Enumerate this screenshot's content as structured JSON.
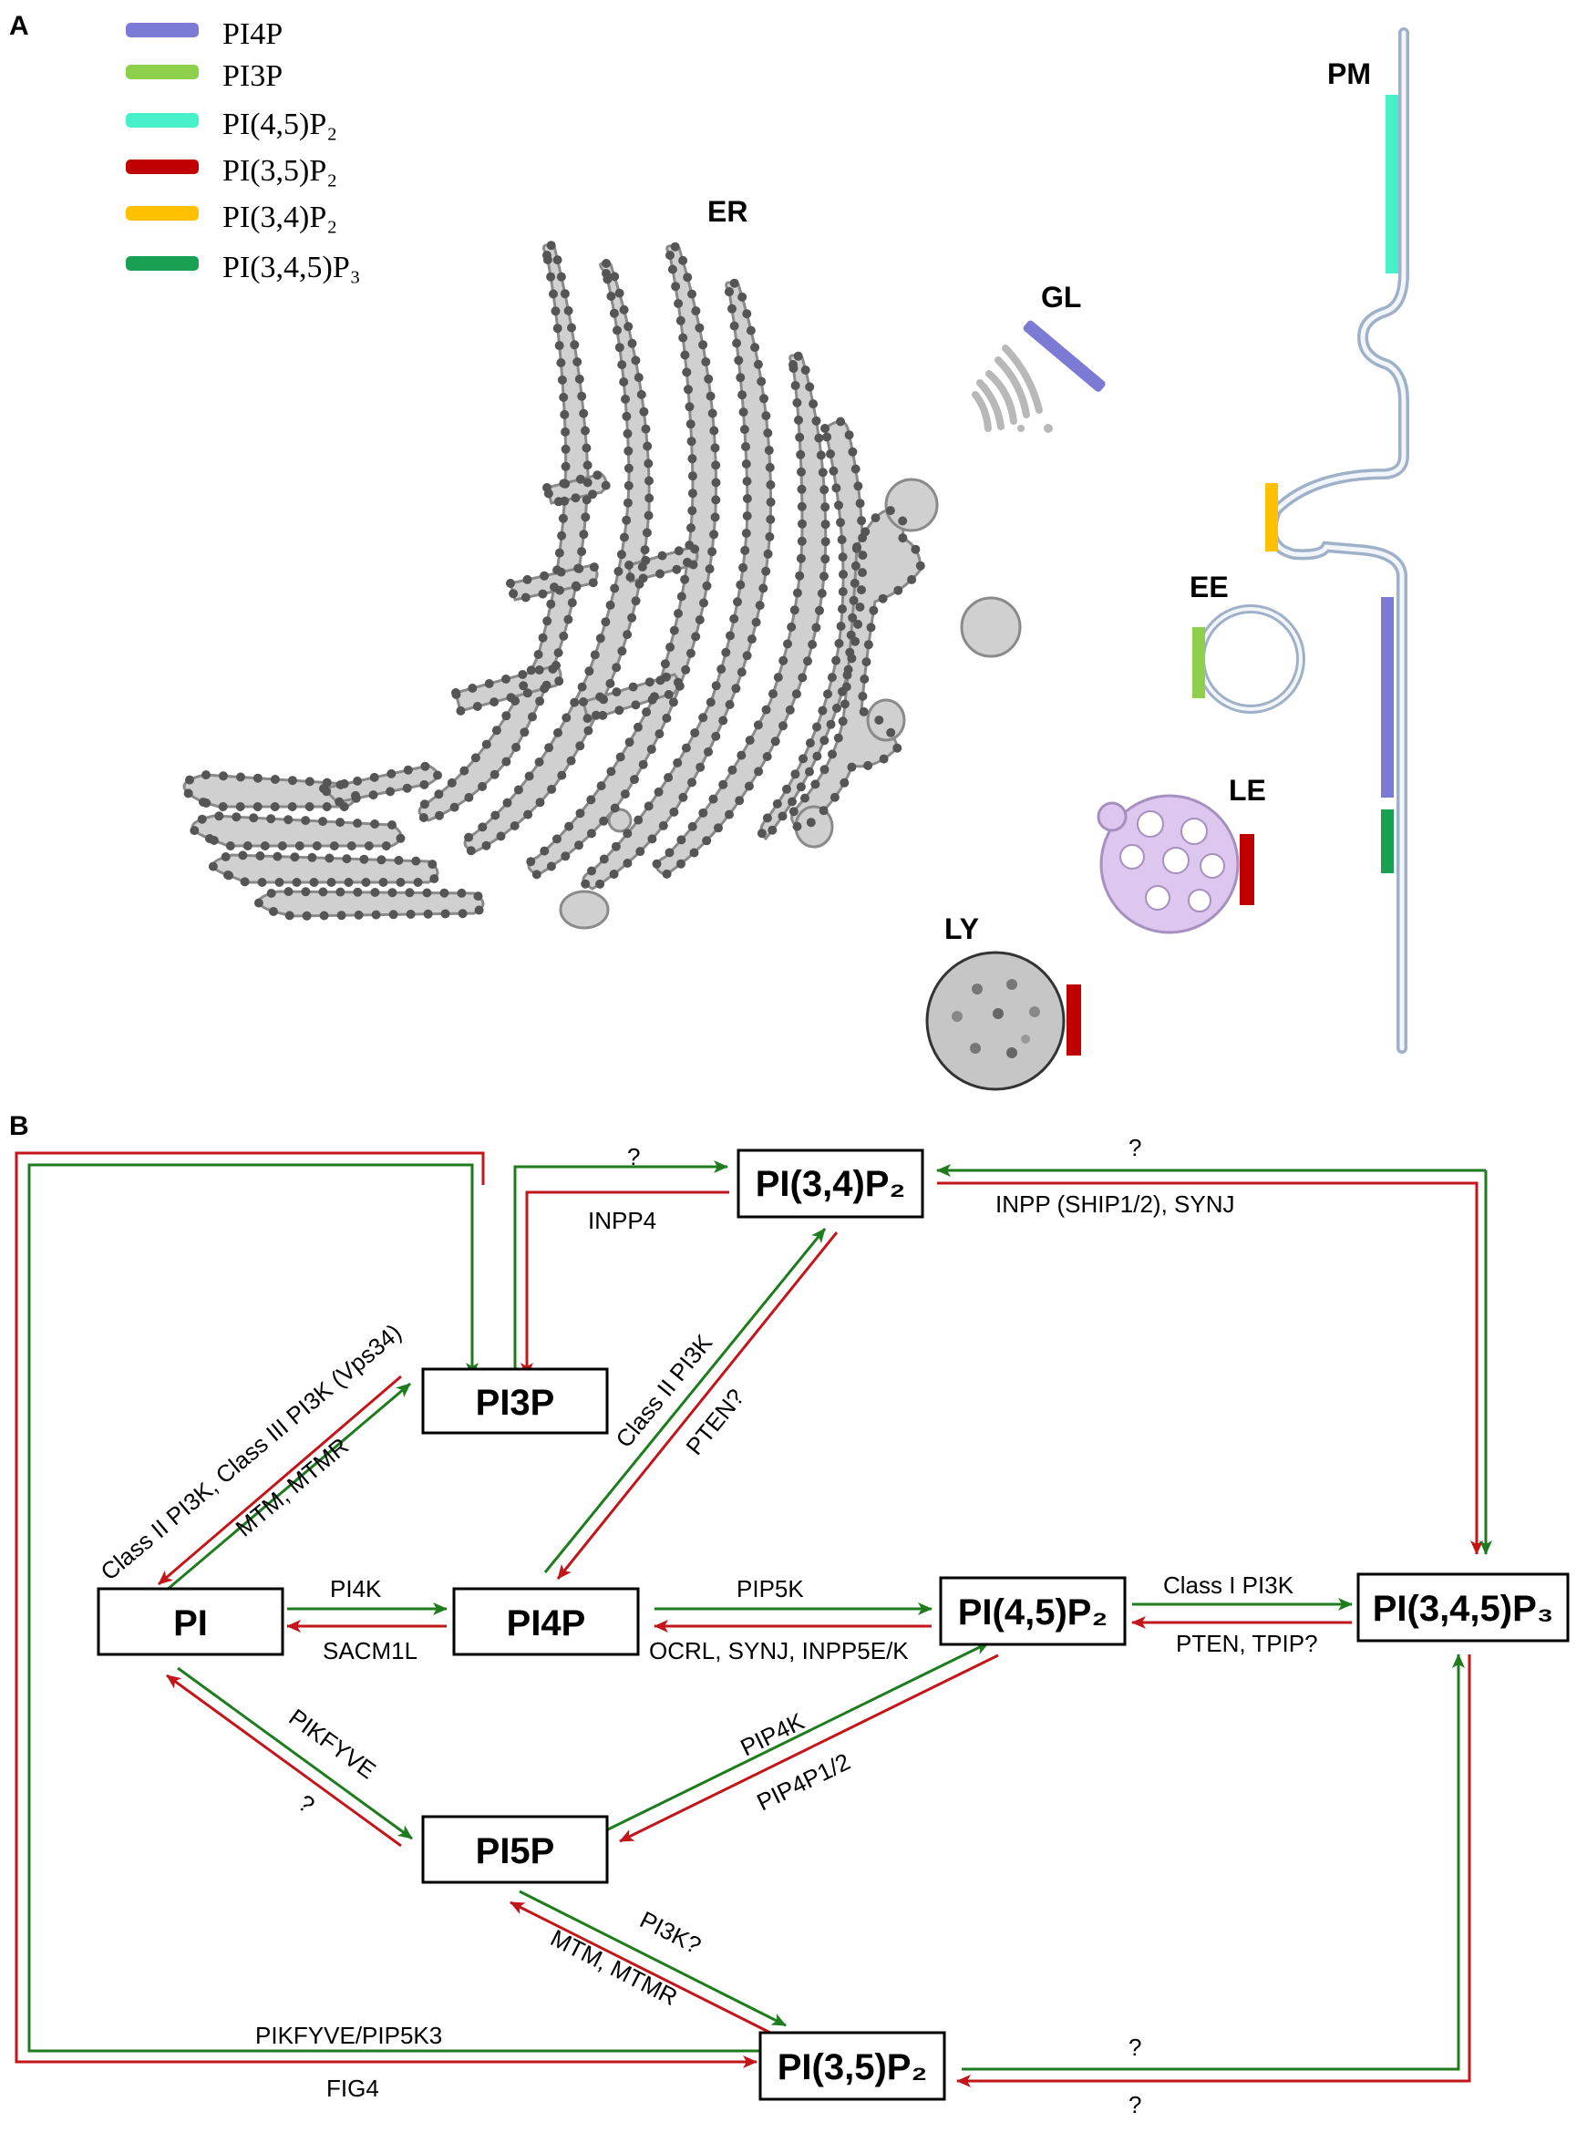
{
  "panels": {
    "a": "A",
    "b": "B"
  },
  "legend": [
    {
      "label": "PI4P",
      "color": "#7b7bd6"
    },
    {
      "label": "PI3P",
      "color": "#8ecf4c"
    },
    {
      "label": "PI(4,5)P₂",
      "color": "#47f0c8"
    },
    {
      "label": "PI(3,5)P₂",
      "color": "#c00000"
    },
    {
      "label": "PI(3,4)P₂",
      "color": "#ffc000"
    },
    {
      "label": "PI(3,4,5)P₃",
      "color": "#1aa052"
    }
  ],
  "organelles": {
    "er": "ER",
    "gl": "GL",
    "pm": "PM",
    "ee": "EE",
    "le": "LE",
    "ly": "LY"
  },
  "nodes": {
    "pi34p2": "PI(3,4)P₂",
    "pi3p": "PI3P",
    "pi": "PI",
    "pi4p": "PI4P",
    "pi45p2": "PI(4,5)P₂",
    "pi345p3": "PI(3,4,5)P₃",
    "pi5p": "PI5P",
    "pi35p2": "PI(3,5)P₂"
  },
  "enzymes": {
    "q_pi3p_pi34": "?",
    "inpp4": "INPP4",
    "q_top_right": "?",
    "inpp_ship_synj": "INPP (SHIP1/2), SYNJ",
    "class23_pi3k": "Class II PI3K, Class III PI3K (Vps34)",
    "mtm_mtmr_1": "MTM, MTMR",
    "class2_pi3k": "Class II PI3K",
    "pten_q": "PTEN?",
    "pi4k": "PI4K",
    "sacm1l": "SACM1L",
    "pip5k": "PIP5K",
    "ocrl": "OCRL, SYNJ, INPP5E/K",
    "class1_pi3k": "Class I PI3K",
    "pten_tpip": "PTEN, TPIP?",
    "pikfyve": "PIKFYVE",
    "q_pi_pi5p": "?",
    "pip4k": "PIP4K",
    "pip4p12": "PIP4P1/2",
    "pi3k_q": "PI3K?",
    "mtm_mtmr_2": "MTM, MTMR",
    "pikfyve_pip5k3": "PIKFYVE/PIP5K3",
    "fig4": "FIG4",
    "q_bottom_top": "?",
    "q_bottom_bottom": "?"
  },
  "colors": {
    "synthesis": "#1e7b1e",
    "hydrolysis": "#c2161b",
    "membrane": "#9fb1c9",
    "er": "#d0d0d0",
    "late_endosome": "#ddc7ee",
    "lysosome": "#c6c6c6"
  }
}
